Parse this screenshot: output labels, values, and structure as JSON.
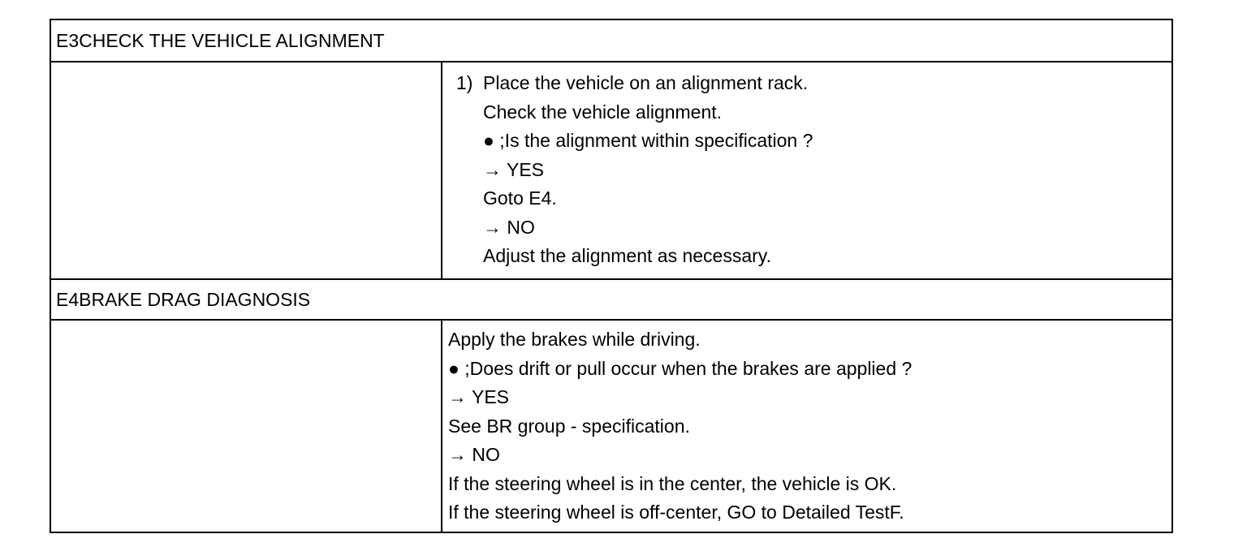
{
  "sections": [
    {
      "heading": "E3CHECK THE VEHICLE ALIGNMENT",
      "step_number": "1)",
      "lines": [
        "Place the vehicle on an alignment rack.",
        "Check the vehicle alignment.",
        "● ;Is the alignment within specification ?",
        "→ YES",
        "Goto E4.",
        "→ NO",
        "Adjust the alignment as necessary."
      ]
    },
    {
      "heading": "E4BRAKE DRAG DIAGNOSIS",
      "lines": [
        "Apply the brakes while driving.",
        "● ;Does drift or pull occur when the brakes are applied ?",
        "→ YES",
        "See BR group - specification.",
        "→ NO",
        "If the steering wheel is in the center, the vehicle is OK.",
        "If the steering wheel is off-center, GO to Detailed TestF."
      ]
    }
  ]
}
